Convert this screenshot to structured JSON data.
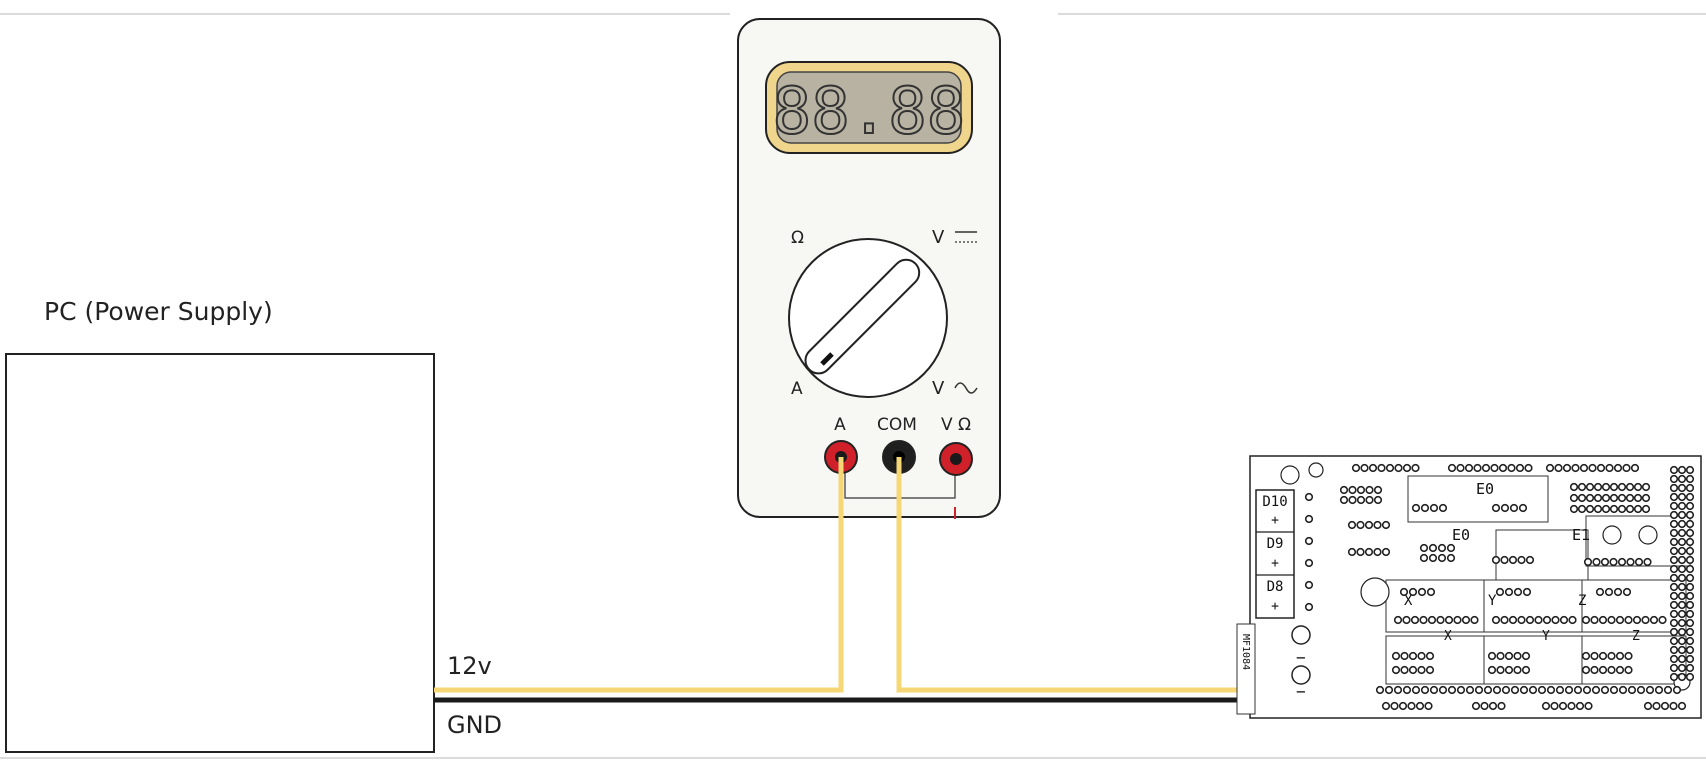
{
  "power_supply": {
    "title": "PC (Power Supply)"
  },
  "wires": {
    "v12_label": "12v",
    "gnd_label": "GND"
  },
  "multimeter": {
    "display_value": "88.88",
    "dial_labels": {
      "ohm": "Ω",
      "vdc": "V",
      "amp": "A",
      "vac": "V"
    },
    "jack_labels": {
      "a": "A",
      "com": "COM",
      "vohm": "V Ω"
    }
  },
  "board": {
    "labels": {
      "d10": "D10",
      "d9": "D9",
      "d8": "D8",
      "e0_top": "E0",
      "e0_mid": "E0",
      "e1": "E1",
      "x": "X",
      "y": "Y",
      "z": "Z",
      "x2": "X",
      "y2": "Y",
      "z2": "Z",
      "plus": "+",
      "minus": "−",
      "fuse_label": "MF1084"
    }
  },
  "colors": {
    "wire_yellow": "#f6d776",
    "wire_black": "#1a1a1a",
    "lcd_bezel": "#f0d58c",
    "lcd_bg": "#b7b2a2",
    "jack_red": "#d0202a"
  }
}
